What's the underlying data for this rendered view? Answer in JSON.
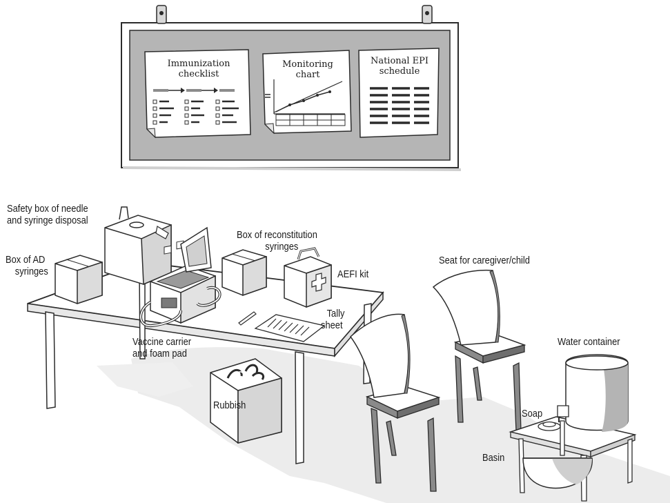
{
  "board": {
    "posters": [
      {
        "title_line1": "Immunization",
        "title_line2": "checklist"
      },
      {
        "title_line1": "Monitoring",
        "title_line2": "chart"
      },
      {
        "title_line1": "National EPI",
        "title_line2": "schedule"
      }
    ]
  },
  "labels": {
    "safety_box": [
      "Safety box of needle",
      "and syringe disposal"
    ],
    "ad_syringes": [
      "Box of AD",
      "syringes"
    ],
    "reconstitution": [
      "Box of reconstitution",
      "syringes"
    ],
    "aefi_kit": "AEFI kit",
    "tally_sheet": [
      "Tally",
      "sheet"
    ],
    "vaccine_carrier": [
      "Vaccine carrier",
      "and foam pad"
    ],
    "rubbish": "Rubbish",
    "seat": "Seat for caregiver/child",
    "water": "Water container",
    "soap": "Soap",
    "basin": "Basin"
  },
  "colors": {
    "board_fill": "#b5b5b5",
    "shadow": "#ededed",
    "outline": "#2b2b2b",
    "chair_fill": "#8a8a8a",
    "box_fill": "#dcdcdc"
  }
}
